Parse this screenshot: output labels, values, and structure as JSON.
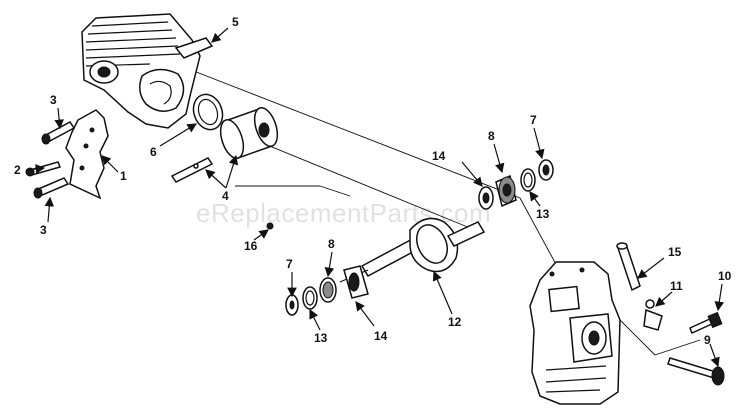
{
  "watermark": "eReplacementParts.com",
  "callouts": {
    "c1": "1",
    "c2": "2",
    "c3a": "3",
    "c3b": "3",
    "c4": "4",
    "c5": "5",
    "c6": "6",
    "c7a": "7",
    "c7b": "7",
    "c8a": "8",
    "c8b": "8",
    "c9": "9",
    "c10": "10",
    "c11": "11",
    "c12": "12",
    "c13a": "13",
    "c13b": "13",
    "c14a": "14",
    "c14b": "14",
    "c15": "15",
    "c16": "16"
  }
}
